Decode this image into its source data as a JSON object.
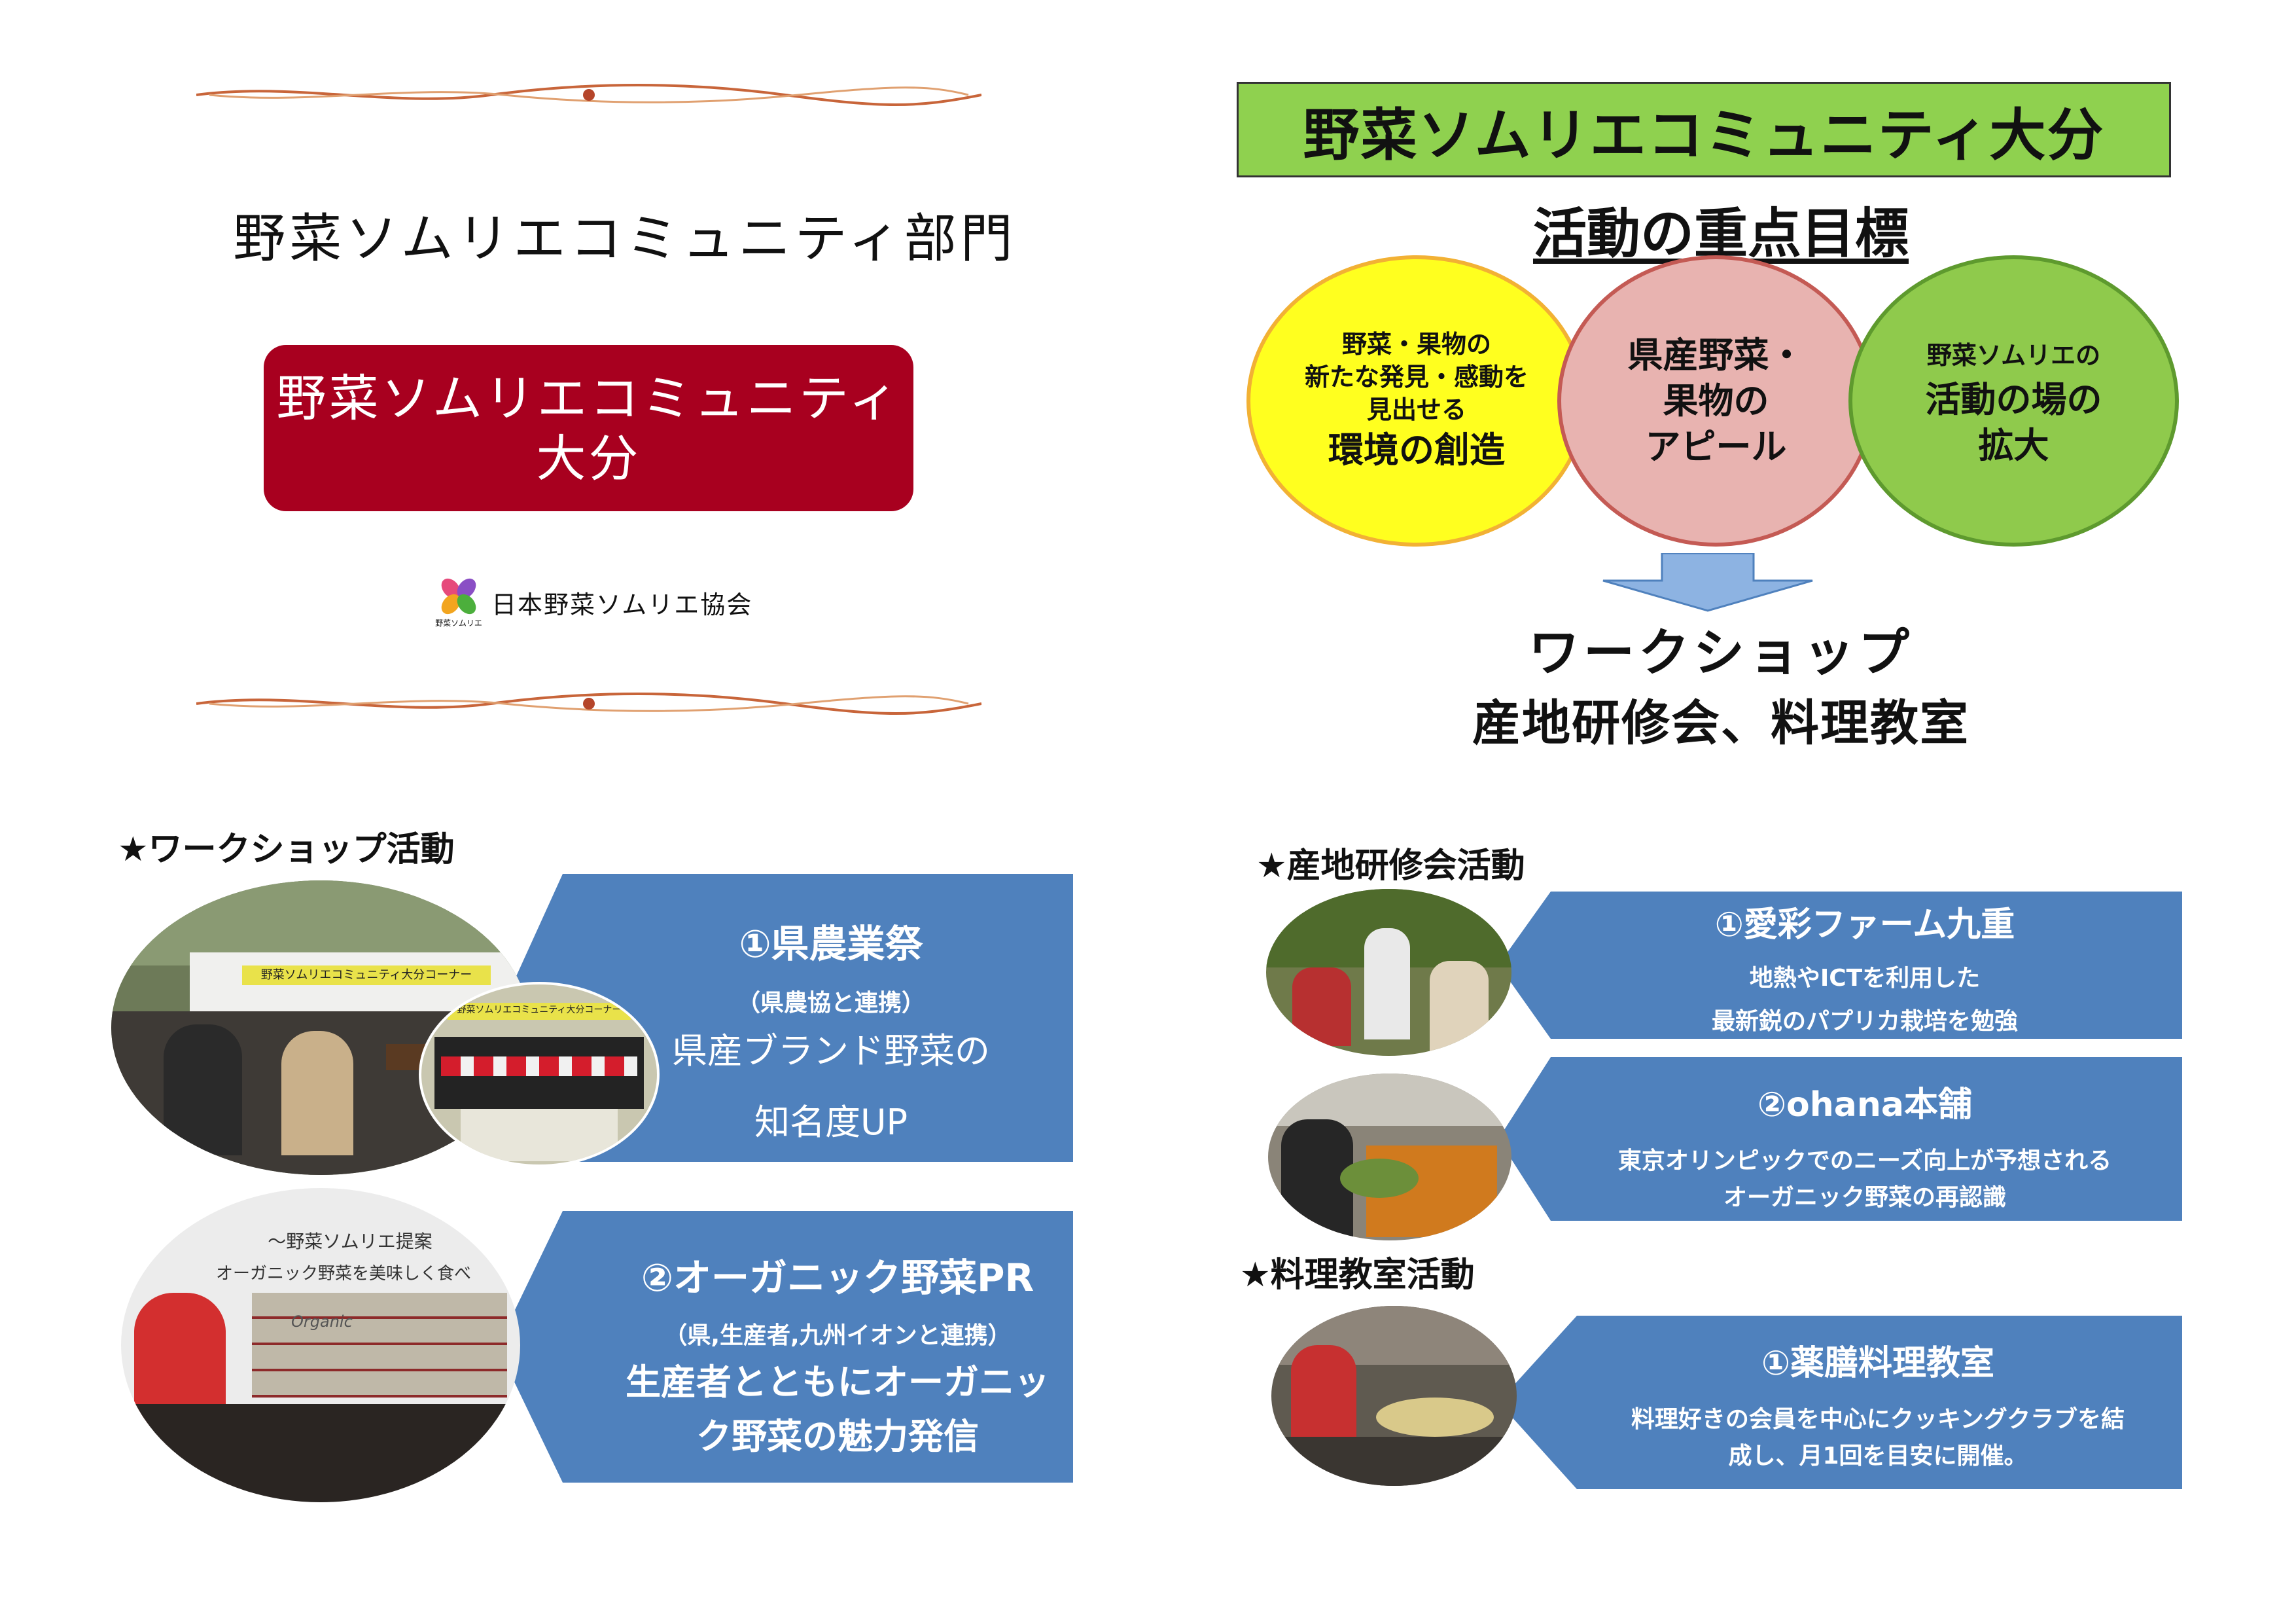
{
  "cover": {
    "title": "野菜ソムリエコミュニティ部門",
    "box_line1": "野菜ソムリエコミュニティ",
    "box_line2": "大分",
    "logo_small": "野菜ソムリエ",
    "association": "日本野菜ソムリエ協会"
  },
  "overview": {
    "header": "野菜ソムリエコミュニティ大分",
    "goal_title": "活動の重点目標",
    "circles": [
      {
        "line1": "野菜・果物の",
        "line2": "新たな発見・感動を",
        "line3": "見出せる",
        "line4": "環境の創造"
      },
      {
        "line1": "県産野菜・",
        "line2": "果物の",
        "line3": "アピール"
      },
      {
        "line1": "野菜ソムリエの",
        "line2": "活動の場の",
        "line3": "拡大"
      }
    ],
    "result_line1": "ワークショップ",
    "result_line2": "産地研修会、料理教室"
  },
  "workshop": {
    "heading": "★ワークショップ活動",
    "items": [
      {
        "title": "①県農業祭",
        "sub": "（県農協と連携）",
        "desc1": "県産ブランド野菜の",
        "desc2": "知名度UP"
      },
      {
        "title": "②オーガニック野菜PR",
        "sub": "（県,生産者,九州イオンと連携）",
        "desc1": "生産者とともにオーガニッ",
        "desc2": "ク野菜の魅力発信"
      }
    ],
    "photo1_banner": "野菜ソムリエコミュニティ大分コーナー",
    "photo2_banner": "野菜ソムリエコミュニティ大分コーナー",
    "photo3_line1": "～野菜ソムリエ提案",
    "photo3_line2": "オーガニック野菜を美味しく食べ",
    "photo3_boxes": "Organic"
  },
  "field": {
    "heading": "★産地研修会活動",
    "items": [
      {
        "title": "①愛彩ファーム九重",
        "desc1": "地熱やICTを利用した",
        "desc2": "最新鋭のパプリカ栽培を勉強"
      },
      {
        "title": "②ohana本舗",
        "desc1": "東京オリンピックでのニーズ向上が予想される",
        "desc2": "オーガニック野菜の再認識"
      }
    ]
  },
  "cooking": {
    "heading": "★料理教室活動",
    "items": [
      {
        "title": "①薬膳料理教室",
        "desc1": "料理好きの会員を中心にクッキングクラブを結",
        "desc2": "成し、月1回を目安に開催。"
      }
    ]
  },
  "colors": {
    "banner_blue": "#4f81bd",
    "red_box": "#a8001f",
    "green_bar": "#8fd14f",
    "arrow_blue": "#8db3e2"
  }
}
